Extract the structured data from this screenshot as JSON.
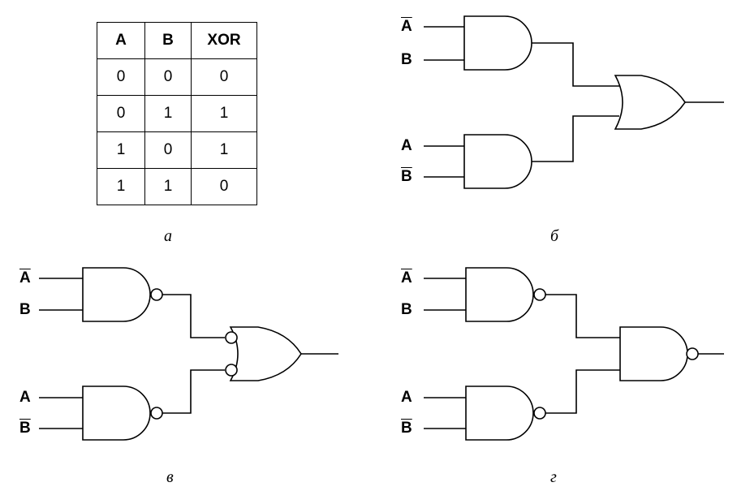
{
  "table": {
    "headers": [
      "A",
      "B",
      "XOR"
    ],
    "rows": [
      [
        "0",
        "0",
        "0"
      ],
      [
        "0",
        "1",
        "1"
      ],
      [
        "1",
        "0",
        "1"
      ],
      [
        "1",
        "1",
        "0"
      ]
    ]
  },
  "captions": {
    "a": "а",
    "b": "б",
    "v": "в",
    "g": "г"
  },
  "inputs": {
    "A": "A",
    "B": "B"
  }
}
